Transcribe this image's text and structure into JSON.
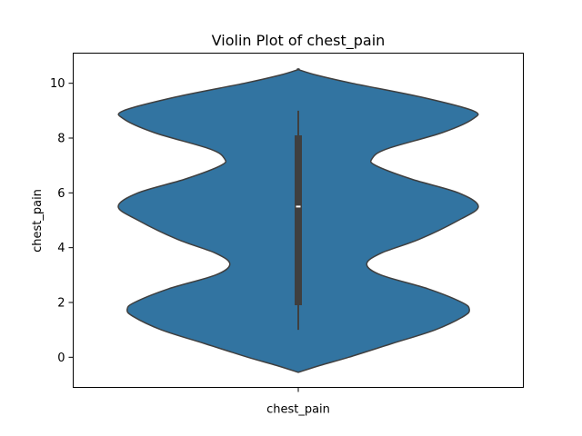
{
  "chart_data": {
    "type": "violin",
    "title": "Violin Plot of chest_pain",
    "xlabel": "chest_pain",
    "ylabel": "chest_pain",
    "categories": [
      "chest_pain"
    ],
    "ylim": [
      -1.1,
      11.1
    ],
    "yticks": [
      0,
      2,
      4,
      6,
      8,
      10
    ],
    "grid": false,
    "violin": {
      "color": "#3274a1",
      "edge_color": "#3f3f3f",
      "density": [
        [
          -0.55,
          0.0
        ],
        [
          -0.3,
          0.12
        ],
        [
          0.0,
          0.28
        ],
        [
          0.5,
          0.52
        ],
        [
          1.0,
          0.76
        ],
        [
          1.5,
          0.92
        ],
        [
          1.75,
          0.95
        ],
        [
          2.0,
          0.91
        ],
        [
          2.5,
          0.72
        ],
        [
          3.0,
          0.46
        ],
        [
          3.4,
          0.38
        ],
        [
          3.8,
          0.46
        ],
        [
          4.3,
          0.67
        ],
        [
          5.0,
          0.89
        ],
        [
          5.5,
          1.0
        ],
        [
          6.0,
          0.89
        ],
        [
          6.5,
          0.63
        ],
        [
          7.0,
          0.43
        ],
        [
          7.25,
          0.41
        ],
        [
          7.6,
          0.49
        ],
        [
          8.2,
          0.8
        ],
        [
          8.7,
          0.97
        ],
        [
          9.0,
          0.97
        ],
        [
          9.5,
          0.68
        ],
        [
          10.0,
          0.3
        ],
        [
          10.3,
          0.1
        ],
        [
          10.5,
          0.0
        ]
      ],
      "whisker": [
        1,
        9
      ],
      "quartiles": [
        1.9,
        8.1
      ],
      "median": 5.5
    }
  }
}
